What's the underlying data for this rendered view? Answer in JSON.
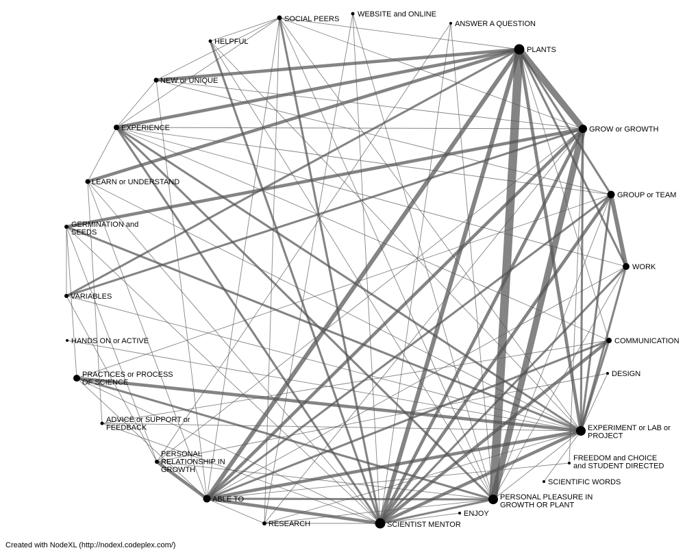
{
  "credit": "Created with NodeXL (http://nodexl.codeplex.com/)",
  "colors": {
    "edge": "#555555",
    "node": "#000000",
    "text": "#000000",
    "background": "#ffffff"
  },
  "nodes": [
    {
      "id": "social",
      "label": [
        "SOCIAL PEERS"
      ]
    },
    {
      "id": "website",
      "label": [
        "WEBSITE and ONLINE"
      ]
    },
    {
      "id": "answer",
      "label": [
        "ANSWER A QUESTION"
      ]
    },
    {
      "id": "plants",
      "label": [
        "PLANTS"
      ]
    },
    {
      "id": "helpful",
      "label": [
        "HELPFUL"
      ]
    },
    {
      "id": "new",
      "label": [
        "NEW or UNIQUE"
      ]
    },
    {
      "id": "experience",
      "label": [
        "EXPERIENCE"
      ]
    },
    {
      "id": "grow",
      "label": [
        "GROW or GROWTH"
      ]
    },
    {
      "id": "learn",
      "label": [
        "LEARN or UNDERSTAND"
      ]
    },
    {
      "id": "group",
      "label": [
        "GROUP or TEAM"
      ]
    },
    {
      "id": "germ",
      "label": [
        "GERMINATION and",
        "SEEDS"
      ]
    },
    {
      "id": "work",
      "label": [
        "WORK"
      ]
    },
    {
      "id": "variables",
      "label": [
        "VARIABLES"
      ]
    },
    {
      "id": "handson",
      "label": [
        "HANDS ON or ACTIVE"
      ]
    },
    {
      "id": "comm",
      "label": [
        "COMMUNICATION"
      ]
    },
    {
      "id": "practices",
      "label": [
        "PRACTICES or PROCESS",
        "OF SCIENCE"
      ]
    },
    {
      "id": "design",
      "label": [
        "DESIGN"
      ]
    },
    {
      "id": "advice",
      "label": [
        "ADVICE or SUPPORT or",
        "FEEDBACK"
      ]
    },
    {
      "id": "experiment",
      "label": [
        "EXPERIMENT or LAB or",
        "PROJECT"
      ]
    },
    {
      "id": "personalrel",
      "label": [
        "PERSONAL",
        "RELATIONSHIP IN",
        "GROWTH"
      ]
    },
    {
      "id": "freedom",
      "label": [
        "FREEDOM and CHOICE",
        "and STUDENT DIRECTED"
      ]
    },
    {
      "id": "scientificwords",
      "label": [
        "SCIENTIFIC WORDS"
      ]
    },
    {
      "id": "ableto",
      "label": [
        "ABLE TO"
      ]
    },
    {
      "id": "pleasure",
      "label": [
        "PERSONAL PLEASURE IN",
        "GROWTH OR PLANT"
      ]
    },
    {
      "id": "enjoy",
      "label": [
        "ENJOY"
      ]
    },
    {
      "id": "research",
      "label": [
        "RESEARCH"
      ]
    },
    {
      "id": "mentor",
      "label": [
        "SCIENTIST MENTOR"
      ]
    }
  ],
  "edges": [
    {
      "source": "plants",
      "target": "pleasure",
      "weight": 8
    },
    {
      "source": "plants",
      "target": "grow",
      "weight": 6
    },
    {
      "source": "grow",
      "target": "pleasure",
      "weight": 6
    },
    {
      "source": "group",
      "target": "work",
      "weight": 4
    },
    {
      "source": "plants",
      "target": "mentor",
      "weight": 4
    },
    {
      "source": "plants",
      "target": "ableto",
      "weight": 4
    },
    {
      "source": "plants",
      "target": "new",
      "weight": 3
    },
    {
      "source": "plants",
      "target": "experience",
      "weight": 3
    },
    {
      "source": "plants",
      "target": "learn",
      "weight": 3
    },
    {
      "source": "plants",
      "target": "experiment",
      "weight": 3
    },
    {
      "source": "plants",
      "target": "group",
      "weight": 2
    },
    {
      "source": "plants",
      "target": "work",
      "weight": 2
    },
    {
      "source": "plants",
      "target": "variables",
      "weight": 2
    },
    {
      "source": "plants",
      "target": "social",
      "weight": 1
    },
    {
      "source": "plants",
      "target": "comm",
      "weight": 1
    },
    {
      "source": "grow",
      "target": "germ",
      "weight": 3
    },
    {
      "source": "grow",
      "target": "ableto",
      "weight": 3
    },
    {
      "source": "grow",
      "target": "mentor",
      "weight": 3
    },
    {
      "source": "grow",
      "target": "experience",
      "weight": 1
    },
    {
      "source": "grow",
      "target": "experiment",
      "weight": 2
    },
    {
      "source": "grow",
      "target": "research",
      "weight": 1
    },
    {
      "source": "grow",
      "target": "variables",
      "weight": 2
    },
    {
      "source": "grow",
      "target": "personalrel",
      "weight": 1
    },
    {
      "source": "group",
      "target": "mentor",
      "weight": 3
    },
    {
      "source": "group",
      "target": "ableto",
      "weight": 2
    },
    {
      "source": "group",
      "target": "experiment",
      "weight": 2
    },
    {
      "source": "group",
      "target": "practices",
      "weight": 1
    },
    {
      "source": "group",
      "target": "experience",
      "weight": 1
    },
    {
      "source": "group",
      "target": "new",
      "weight": 1
    },
    {
      "source": "group",
      "target": "pleasure",
      "weight": 1
    },
    {
      "source": "work",
      "target": "mentor",
      "weight": 2
    },
    {
      "source": "work",
      "target": "experiment",
      "weight": 2
    },
    {
      "source": "work",
      "target": "pleasure",
      "weight": 1
    },
    {
      "source": "work",
      "target": "ableto",
      "weight": 1
    },
    {
      "source": "comm",
      "target": "mentor",
      "weight": 3
    },
    {
      "source": "comm",
      "target": "ableto",
      "weight": 2
    },
    {
      "source": "comm",
      "target": "experiment",
      "weight": 2
    },
    {
      "source": "comm",
      "target": "advice",
      "weight": 1
    },
    {
      "source": "comm",
      "target": "experience",
      "weight": 1
    },
    {
      "source": "experiment",
      "target": "mentor",
      "weight": 3
    },
    {
      "source": "experiment",
      "target": "ableto",
      "weight": 3
    },
    {
      "source": "experiment",
      "target": "practices",
      "weight": 3
    },
    {
      "source": "experiment",
      "target": "germ",
      "weight": 2
    },
    {
      "source": "experiment",
      "target": "experience",
      "weight": 2
    },
    {
      "source": "experiment",
      "target": "learn",
      "weight": 1
    },
    {
      "source": "experiment",
      "target": "variables",
      "weight": 1
    },
    {
      "source": "experiment",
      "target": "handson",
      "weight": 1
    },
    {
      "source": "experiment",
      "target": "advice",
      "weight": 1
    },
    {
      "source": "experiment",
      "target": "research",
      "weight": 1
    },
    {
      "source": "experiment",
      "target": "pleasure",
      "weight": 1
    },
    {
      "source": "experiment",
      "target": "scientificwords",
      "weight": 1
    },
    {
      "source": "experiment",
      "target": "design",
      "weight": 1
    },
    {
      "source": "experiment",
      "target": "helpful",
      "weight": 1
    },
    {
      "source": "pleasure",
      "target": "mentor",
      "weight": 2
    },
    {
      "source": "pleasure",
      "target": "ableto",
      "weight": 2
    },
    {
      "source": "pleasure",
      "target": "practices",
      "weight": 2
    },
    {
      "source": "pleasure",
      "target": "experience",
      "weight": 2
    },
    {
      "source": "pleasure",
      "target": "research",
      "weight": 1
    },
    {
      "source": "pleasure",
      "target": "website",
      "weight": 1
    },
    {
      "source": "pleasure",
      "target": "answer",
      "weight": 1
    },
    {
      "source": "pleasure",
      "target": "personalrel",
      "weight": 1
    },
    {
      "source": "pleasure",
      "target": "social",
      "weight": 1
    },
    {
      "source": "mentor",
      "target": "ableto",
      "weight": 3
    },
    {
      "source": "mentor",
      "target": "social",
      "weight": 2
    },
    {
      "source": "mentor",
      "target": "helpful",
      "weight": 2
    },
    {
      "source": "mentor",
      "target": "experience",
      "weight": 2
    },
    {
      "source": "mentor",
      "target": "germ",
      "weight": 1
    },
    {
      "source": "mentor",
      "target": "website",
      "weight": 1
    },
    {
      "source": "mentor",
      "target": "answer",
      "weight": 1
    },
    {
      "source": "mentor",
      "target": "research",
      "weight": 1
    },
    {
      "source": "mentor",
      "target": "enjoy",
      "weight": 1
    },
    {
      "source": "mentor",
      "target": "learn",
      "weight": 1
    },
    {
      "source": "mentor",
      "target": "advice",
      "weight": 1
    },
    {
      "source": "ableto",
      "target": "personalrel",
      "weight": 3
    },
    {
      "source": "ableto",
      "target": "social",
      "weight": 1
    },
    {
      "source": "ableto",
      "target": "new",
      "weight": 1
    },
    {
      "source": "ableto",
      "target": "learn",
      "weight": 1
    },
    {
      "source": "ableto",
      "target": "practices",
      "weight": 1
    },
    {
      "source": "ableto",
      "target": "research",
      "weight": 1
    },
    {
      "source": "ableto",
      "target": "freedom",
      "weight": 1
    },
    {
      "source": "germ",
      "target": "variables",
      "weight": 1
    },
    {
      "source": "germ",
      "target": "practices",
      "weight": 1
    },
    {
      "source": "social",
      "target": "helpful",
      "weight": 1
    },
    {
      "source": "social",
      "target": "new",
      "weight": 1
    },
    {
      "source": "social",
      "target": "experience",
      "weight": 1
    },
    {
      "source": "social",
      "target": "grow",
      "weight": 1
    },
    {
      "source": "social",
      "target": "research",
      "weight": 1
    },
    {
      "source": "social",
      "target": "experiment",
      "weight": 1
    },
    {
      "source": "new",
      "target": "experience",
      "weight": 1
    },
    {
      "source": "new",
      "target": "grow",
      "weight": 1
    },
    {
      "source": "experience",
      "target": "learn",
      "weight": 1
    },
    {
      "source": "experience",
      "target": "work",
      "weight": 1
    },
    {
      "source": "learn",
      "target": "advice",
      "weight": 1
    },
    {
      "source": "helpful",
      "target": "pleasure",
      "weight": 1
    },
    {
      "source": "website",
      "target": "research",
      "weight": 1
    },
    {
      "source": "answer",
      "target": "personalrel",
      "weight": 1
    },
    {
      "source": "design",
      "target": "personalrel",
      "weight": 1
    },
    {
      "source": "freedom",
      "target": "grow",
      "weight": 1
    },
    {
      "source": "personalrel",
      "target": "germ",
      "weight": 1
    },
    {
      "source": "variables",
      "target": "personalrel",
      "weight": 1
    },
    {
      "source": "practices",
      "target": "mentor",
      "weight": 1
    }
  ]
}
